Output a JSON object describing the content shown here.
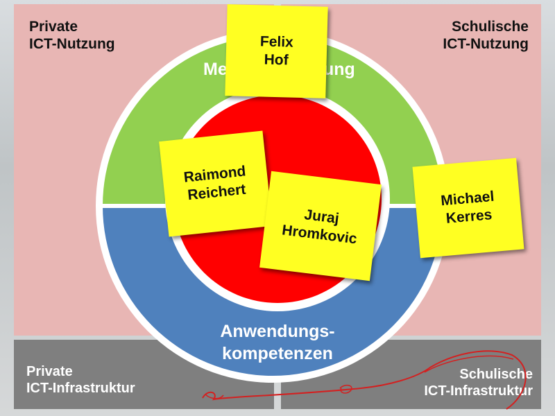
{
  "quadrants": {
    "top_left": "Private\nICT-Nutzung",
    "top_right": "Schulische\nICT-Nutzung",
    "bottom_left": "Private\nICT-Infrastruktur",
    "bottom_right": "Schulische\nICT-Infrastruktur"
  },
  "rings": {
    "top_label_visible_start": "Me",
    "top_label_visible_end": "ung",
    "bottom_label": "Anwendungs-\nkompetenzen"
  },
  "sticky_notes": [
    {
      "text": "Felix\nHof"
    },
    {
      "text": "Raimond\nReichert"
    },
    {
      "text": "Juraj\nHromkovic"
    },
    {
      "text": "Michael\nKerres"
    }
  ],
  "colors": {
    "quadrant_pink": "#e8b6b4",
    "infrastructure_gray": "#7f7f7f",
    "ring_green": "#92d050",
    "ring_blue": "#4f81bd",
    "center_red": "#ff0000",
    "sticky_yellow": "#ffff22",
    "annotation_red": "#d42020"
  }
}
